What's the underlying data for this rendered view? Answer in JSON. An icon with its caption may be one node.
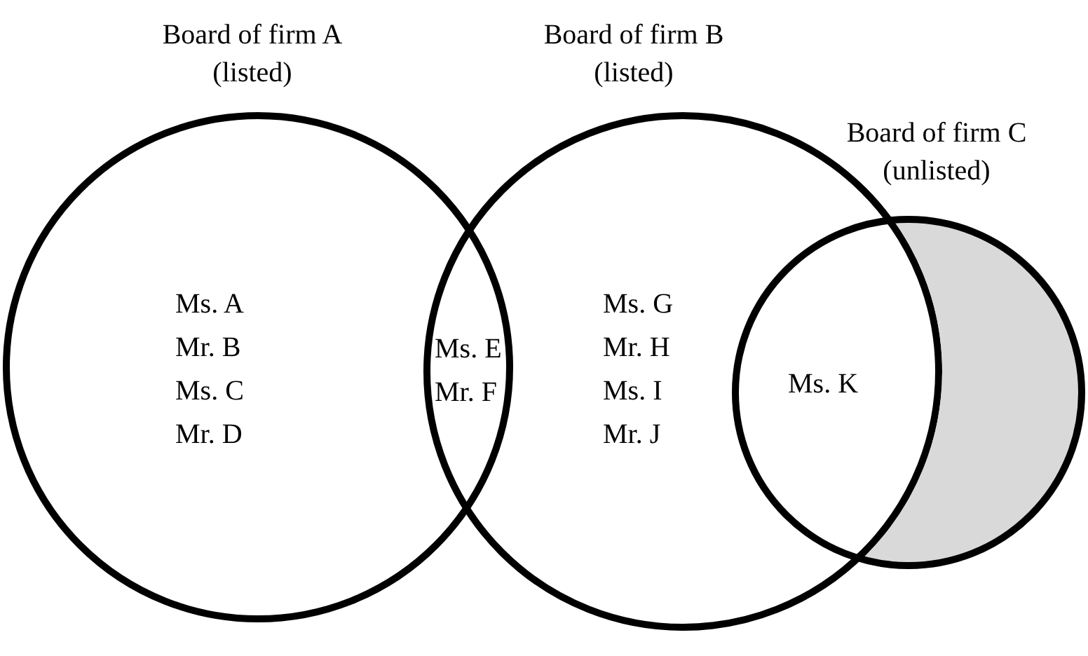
{
  "diagram": {
    "nodes": [
      {
        "text": [
          "Board of firm A (listed)"
        ]
      },
      {
        "text": [
          "Board of firm B (listed)"
        ]
      },
      {
        "text": [
          "Board of firm C (unlisted)"
        ]
      }
    ],
    "labels": [
      "Ms. A",
      "Mr. B",
      "Ms. C",
      "Mr. D",
      "Ms. E",
      "Mr. F",
      "Ms. G",
      "Mr. H",
      "Ms. I",
      "Mr. J",
      "Ms. K"
    ]
  }
}
